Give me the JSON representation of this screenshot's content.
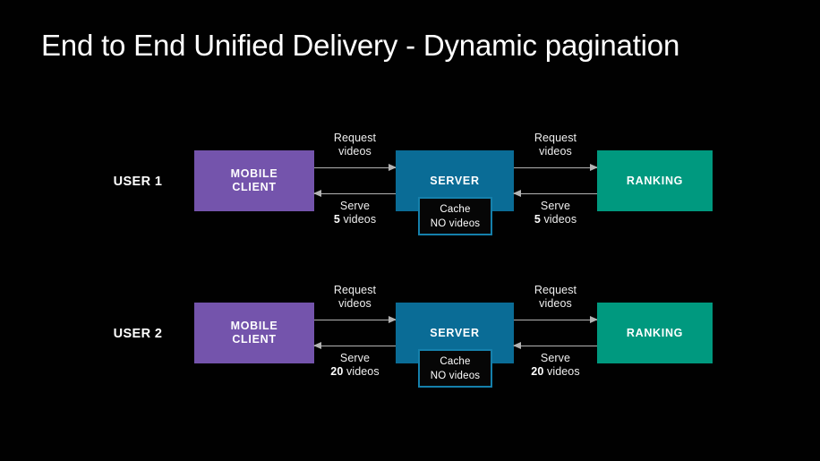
{
  "slide": {
    "title": "End to End Unified Delivery - Dynamic pagination",
    "background_color": "#010101"
  },
  "palette": {
    "client": "#7454AC",
    "server": "#0A6C96",
    "ranking": "#00997F",
    "cache_border": "#1580AB",
    "arrow": "#B3B3B3",
    "text": "#FFFFFF"
  },
  "rows": [
    {
      "user_label": "USER 1",
      "client": {
        "line1": "MOBILE",
        "line2": "CLIENT"
      },
      "server": {
        "label": "SERVER"
      },
      "cache": {
        "line1": "Cache",
        "line2": "NO  videos"
      },
      "ranking": {
        "label": "RANKING"
      },
      "client_server_arrows": {
        "request": {
          "line1": "Request",
          "line2": "videos"
        },
        "serve": {
          "line1": "Serve",
          "count": "5",
          "unit": "videos"
        }
      },
      "server_ranking_arrows": {
        "request": {
          "line1": "Request",
          "line2": "videos"
        },
        "serve": {
          "line1": "Serve",
          "count": "5",
          "unit": "videos"
        }
      }
    },
    {
      "user_label": "USER 2",
      "client": {
        "line1": "MOBILE",
        "line2": "CLIENT"
      },
      "server": {
        "label": "SERVER"
      },
      "cache": {
        "line1": "Cache",
        "line2": "NO  videos"
      },
      "ranking": {
        "label": "RANKING"
      },
      "client_server_arrows": {
        "request": {
          "line1": "Request",
          "line2": "videos"
        },
        "serve": {
          "line1": "Serve",
          "count": "20",
          "unit": "videos"
        }
      },
      "server_ranking_arrows": {
        "request": {
          "line1": "Request",
          "line2": "videos"
        },
        "serve": {
          "line1": "Serve",
          "count": "20",
          "unit": "videos"
        }
      }
    }
  ]
}
